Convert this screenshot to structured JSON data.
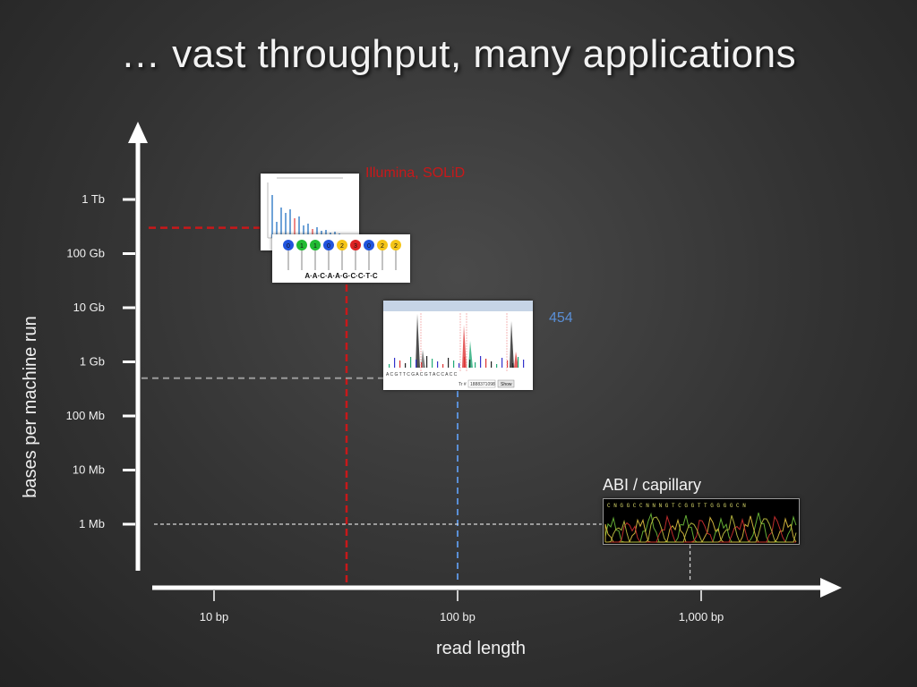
{
  "slide": {
    "title": "… vast throughput, many applications"
  },
  "chart_data": {
    "type": "scatter",
    "xlabel": "read length",
    "ylabel": "bases per machine run",
    "x_scale": "log",
    "y_scale": "log",
    "x_ticks": [
      {
        "value": 10,
        "label": "10 bp"
      },
      {
        "value": 100,
        "label": "100 bp"
      },
      {
        "value": 1000,
        "label": "1,000 bp"
      }
    ],
    "y_ticks": [
      {
        "value": 1000000.0,
        "label": "1 Mb"
      },
      {
        "value": 10000000.0,
        "label": "10 Mb"
      },
      {
        "value": 100000000.0,
        "label": "100 Mb"
      },
      {
        "value": 1000000000.0,
        "label": "1 Gb"
      },
      {
        "value": 10000000000.0,
        "label": "10 Gb"
      },
      {
        "value": 100000000000.0,
        "label": "100 Gb"
      },
      {
        "value": 1000000000000.0,
        "label": "1 Tb"
      }
    ],
    "series": [
      {
        "name": "Illumina, SOLiD",
        "x": 35,
        "y": 300000000000.0,
        "color": "#c8181a"
      },
      {
        "name": "454",
        "x": 100,
        "y": 500000000.0,
        "color": "#5a8fd6"
      },
      {
        "name": "ABI / capillary",
        "x": 900,
        "y": 1000000.0,
        "color": "#e0e0e0"
      }
    ],
    "grid": false
  },
  "images": {
    "solid_bases": "A·A·C·A·A·G·C·C·T·C",
    "solid_numbers": [
      "0",
      "1",
      "1",
      "0",
      "2",
      "3",
      "0",
      "2",
      "2"
    ],
    "b454_bases": "A C G T T C G A C G T A C C A C C",
    "b454_tr_label": "Tr #",
    "b454_tr_value": "1888371098",
    "b454_show": "Show",
    "abi_bases": "C N G G C C N N N G T C G G T T G G G G C N"
  }
}
